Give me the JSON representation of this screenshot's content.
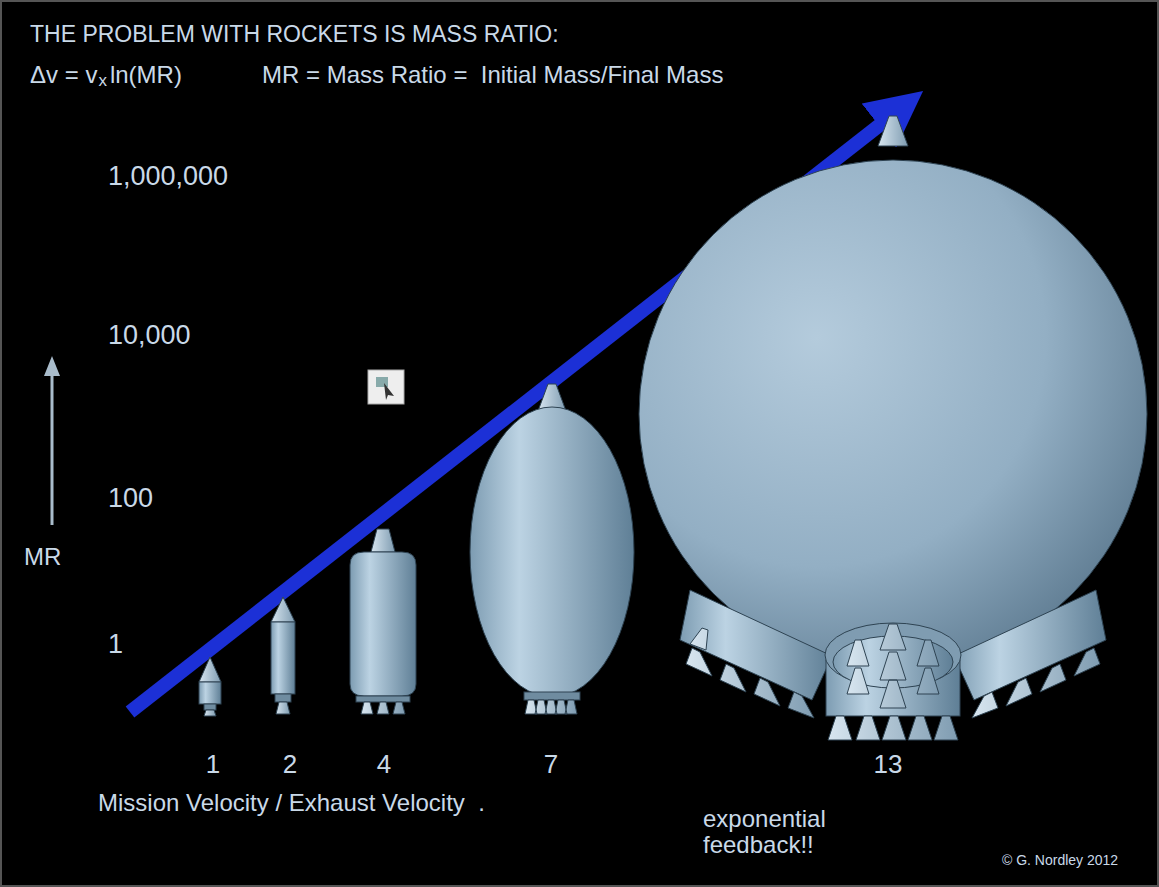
{
  "diagram": {
    "title": "THE PROBLEM WITH ROCKETS IS MASS RATIO:",
    "labels": [
      "Δv = v",
      "x",
      "ln(MR)",
      "MR = Mass Ratio =  Initial Mass/Final Mass",
      "1,000,000",
      "10,000",
      "100",
      "1",
      "MR",
      "1",
      "2",
      "4",
      "7",
      "13",
      "Mission Velocity / Exhaust Velocity  .",
      "exponential feedback!!",
      "© G. Nordley 2012"
    ]
  }
}
